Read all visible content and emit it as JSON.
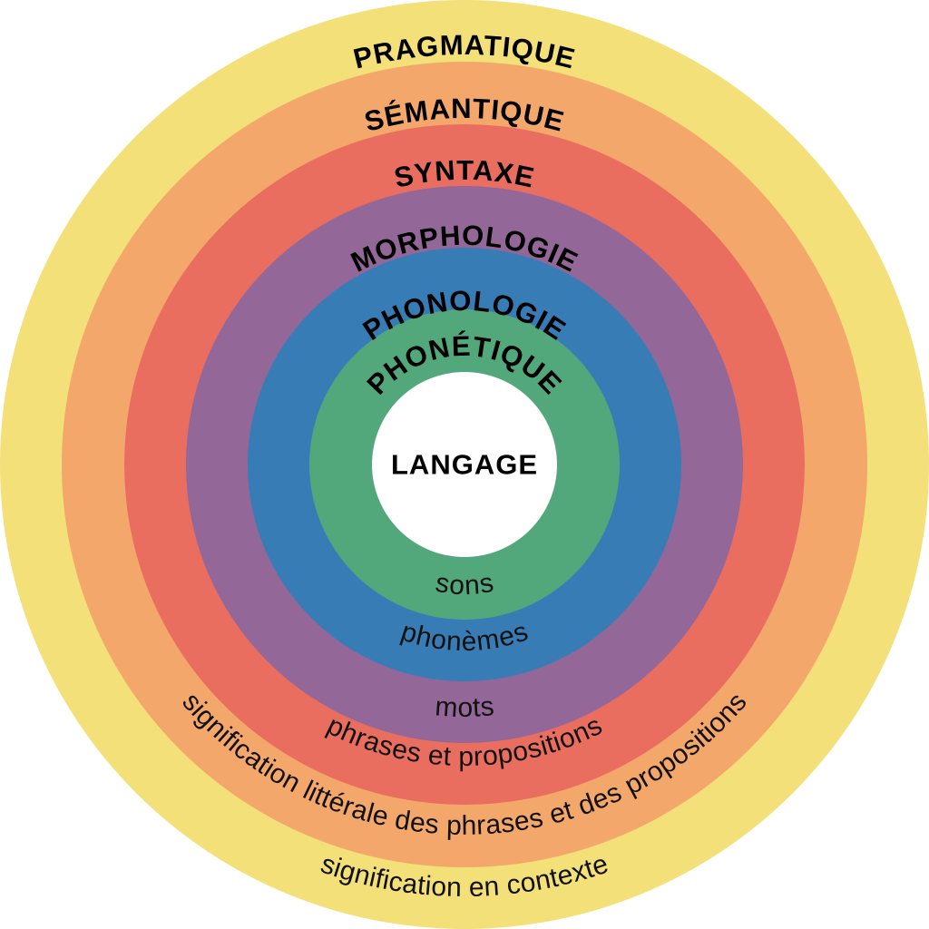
{
  "center_label": "LANGAGE",
  "rings": [
    {
      "title": "PHONÉTIQUE",
      "subtitle": "sons",
      "color": "#52A77B"
    },
    {
      "title": "PHONOLOGIE",
      "subtitle": "phonèmes",
      "color": "#387CB6"
    },
    {
      "title": "MORPHOLOGIE",
      "subtitle": "mots",
      "color": "#936798"
    },
    {
      "title": "SYNTAXE",
      "subtitle": "phrases et propositions",
      "color": "#E96E60"
    },
    {
      "title": "SÉMANTIQUE",
      "subtitle": "signification littérale des phrases et des propositions",
      "color": "#F4A76B"
    },
    {
      "title": "PRAGMATIQUE",
      "subtitle": "signification en contexte",
      "color": "#F4E078"
    }
  ]
}
